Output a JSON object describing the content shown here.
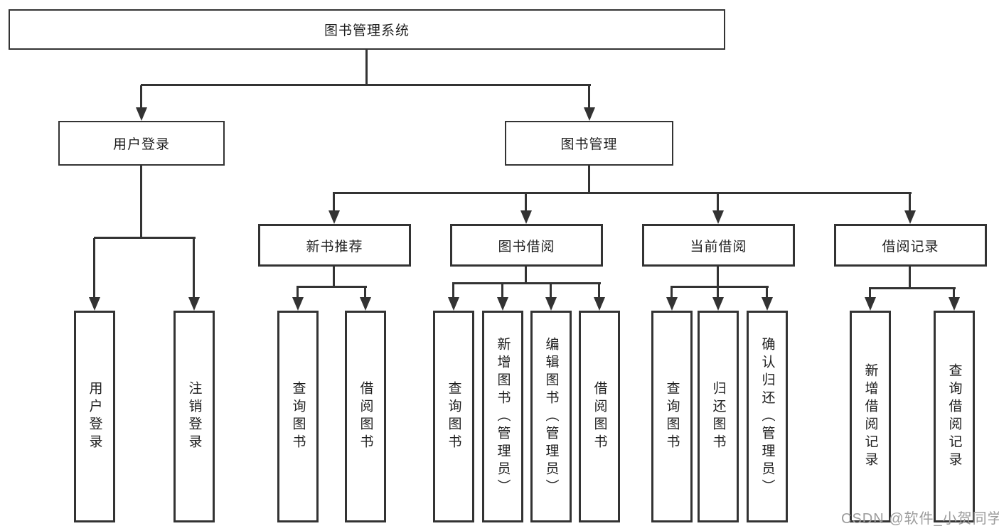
{
  "tree": {
    "root": {
      "label": "图书管理系统"
    },
    "user_login": {
      "label": "用户登录",
      "leaves": [
        "用户登录",
        "注销登录"
      ]
    },
    "book_mgmt": {
      "label": "图书管理",
      "sections": [
        {
          "label": "新书推荐",
          "leaves": [
            "查询图书",
            "借阅图书"
          ]
        },
        {
          "label": "图书借阅",
          "leaves": [
            "查询图书",
            "新增图书（管理员）",
            "编辑图书（管理员）",
            "借阅图书"
          ]
        },
        {
          "label": "当前借阅",
          "leaves": [
            "查询图书",
            "归还图书",
            "确认归还（管理员）"
          ]
        },
        {
          "label": "借阅记录",
          "leaves": [
            "新增借阅记录",
            "查询借阅记录"
          ]
        }
      ]
    }
  },
  "watermark": {
    "text": "CSDN @软件_小贺同学"
  },
  "colors": {
    "line": "#333333",
    "box_border": "#333333",
    "text": "#1f1f1f",
    "watermark": "#9c9c9c",
    "background": "#ffffff"
  }
}
